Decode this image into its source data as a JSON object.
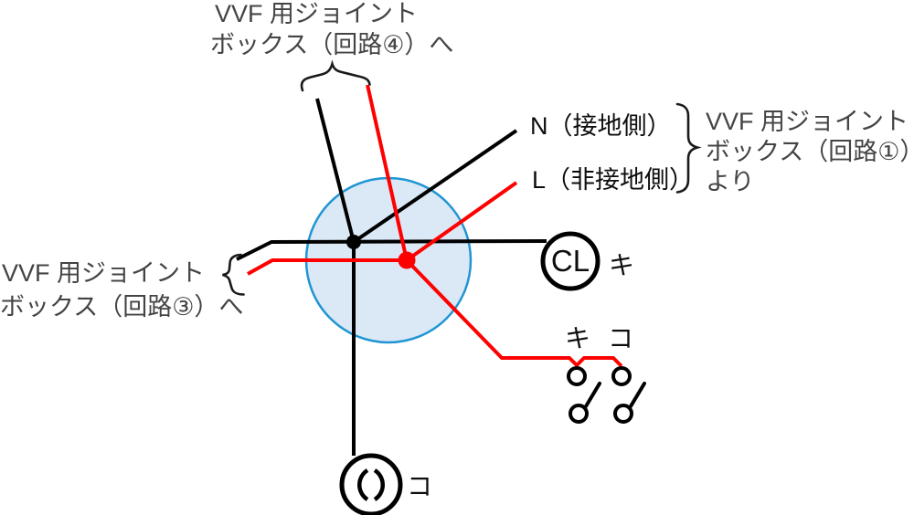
{
  "colors": {
    "wire_black": "#000000",
    "wire_red": "#ff0000",
    "junction_box_fill": "#dbe8f6",
    "junction_box_stroke": "#2095d3",
    "label_gray": "#444444",
    "label_dark": "#0d0d0d"
  },
  "labels": {
    "top_joint_box": {
      "line1": "VVF 用ジョイント",
      "line2": "ボックス（回路④）へ"
    },
    "left_joint_box": {
      "line1": "VVF 用ジョイント",
      "line2": "ボックス（回路③）へ"
    },
    "right_joint_box": {
      "line1": "VVF 用ジョイント",
      "line2": "ボックス（回路①）",
      "line3": "より"
    },
    "neutral_wire": "N（接地側）",
    "live_wire": "L（非接地側）"
  },
  "fixtures": {
    "ceiling_light": {
      "symbol": "CL",
      "tag": "キ"
    },
    "switch_ki": {
      "tag": "キ"
    },
    "switch_ko": {
      "tag": "コ"
    },
    "receptacle": {
      "tag": "コ"
    }
  }
}
